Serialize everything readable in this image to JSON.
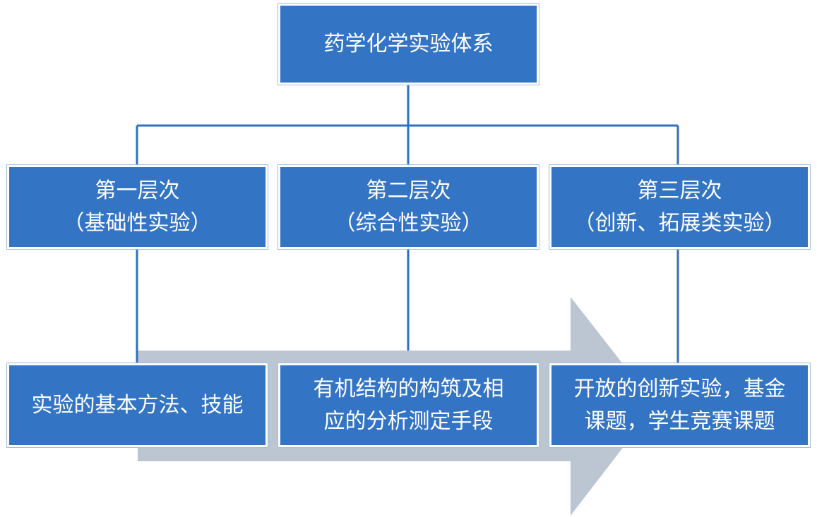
{
  "root": {
    "label": "药学化学实验体系"
  },
  "levels": [
    {
      "title": "第一层次",
      "subtitle": "（基础性实验）"
    },
    {
      "title": "第二层次",
      "subtitle": "（综合性实验）"
    },
    {
      "title": "第三层次",
      "subtitle": "（创新、拓展类实验）"
    }
  ],
  "contents": [
    {
      "line1": "实验的基本方法、技能",
      "line2": ""
    },
    {
      "line1": "有机结构的构筑及相",
      "line2": "应的分析测定手段"
    },
    {
      "line1": "开放的创新实验，基金",
      "line2": "课题，学生竞赛课题"
    }
  ],
  "colors": {
    "box_fill": "#3374c4",
    "connector": "#2f6fbd",
    "arrow": "#bcc6d3",
    "text": "#ffffff"
  }
}
